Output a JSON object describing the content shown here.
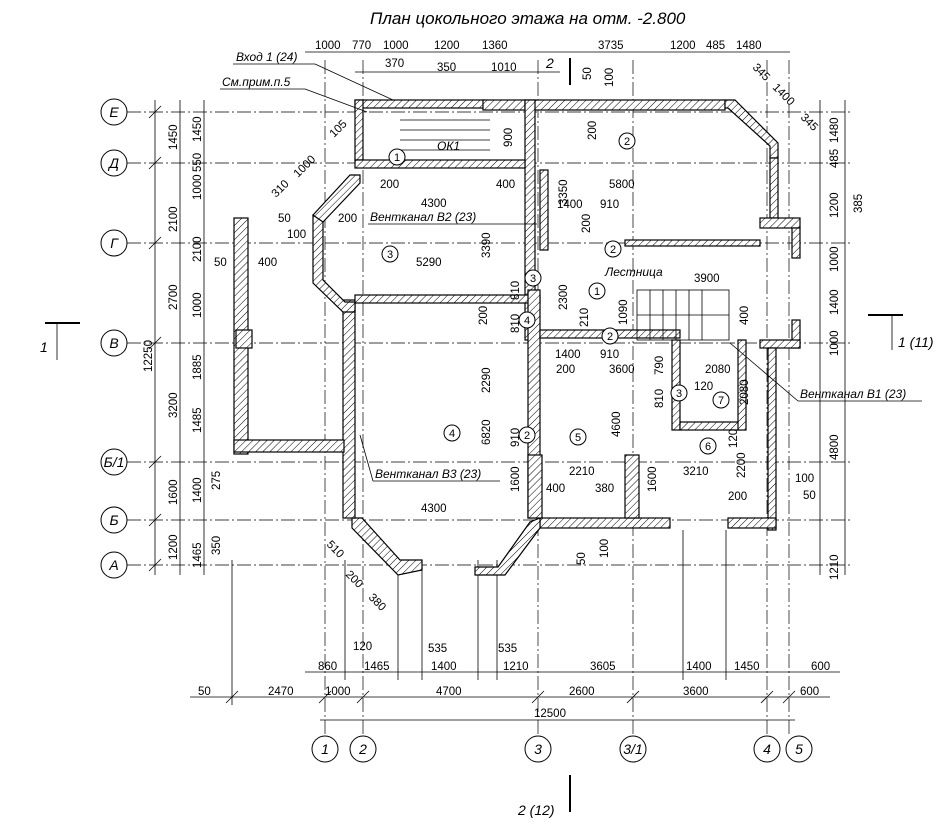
{
  "title": "План цокольного этажа на отм. -2.800",
  "axes_rows": [
    "Е",
    "Д",
    "Г",
    "В",
    "Б/1",
    "Б",
    "А"
  ],
  "axes_cols": [
    "1",
    "2",
    "3",
    "3/1",
    "4",
    "5"
  ],
  "section_marks": {
    "left": "1",
    "right": "1 (11)",
    "top": "2",
    "bottom": "2 (12)"
  },
  "annotations": {
    "entrance": "Вход 1 (24)",
    "note": "См.прим.п.5",
    "ok1": "ОК1",
    "vent_b2": "Вентканал В2 (23)",
    "vent_b1": "Вентканал В1 (23)",
    "vent_b3": "Вентканал В3 (23)",
    "stairs": "Лестница"
  },
  "room_tags": [
    "1",
    "2",
    "3",
    "4",
    "5",
    "6",
    "7"
  ],
  "dims_top": {
    "row1": [
      "1000",
      "770",
      "1000",
      "1200",
      "1360",
      "3735",
      "1200",
      "485",
      "1480"
    ],
    "row2": [
      "370",
      "350",
      "1010",
      "50",
      "100"
    ]
  },
  "dims_left": [
    "1450",
    "1450",
    "550",
    "1000",
    "2100",
    "2100",
    "2700",
    "1000",
    "1885",
    "3200",
    "1485",
    "1600",
    "1400",
    "275",
    "1200",
    "1465",
    "350",
    "12250"
  ],
  "dims_right": [
    "1480",
    "345",
    "1400",
    "345",
    "485",
    "1200",
    "385",
    "1000",
    "1400",
    "1000",
    "4800",
    "100",
    "50",
    "1210"
  ],
  "dims_bottom": {
    "row1": [
      "860",
      "120",
      "1465",
      "535",
      "1400",
      "535",
      "1210",
      "3605",
      "1400",
      "1450",
      "600"
    ],
    "row2": [
      "50",
      "2470",
      "1000",
      "4700",
      "2600",
      "3600",
      "600"
    ],
    "total": "12500"
  },
  "dims_inner": [
    "105",
    "310",
    "1000",
    "200",
    "4300",
    "400",
    "3350",
    "5800",
    "50",
    "200",
    "100",
    "1400",
    "910",
    "200",
    "3390",
    "5290",
    "50",
    "400",
    "810",
    "2300",
    "3900",
    "210",
    "810",
    "1090",
    "400",
    "200",
    "2290",
    "1400",
    "910",
    "200",
    "3600",
    "790",
    "2080",
    "120",
    "810",
    "2080",
    "6820",
    "910",
    "4600",
    "120",
    "2200",
    "2210",
    "3210",
    "400",
    "380",
    "1600",
    "1600",
    "200",
    "4300",
    "510",
    "200",
    "380",
    "50",
    "100",
    "200",
    "900"
  ]
}
